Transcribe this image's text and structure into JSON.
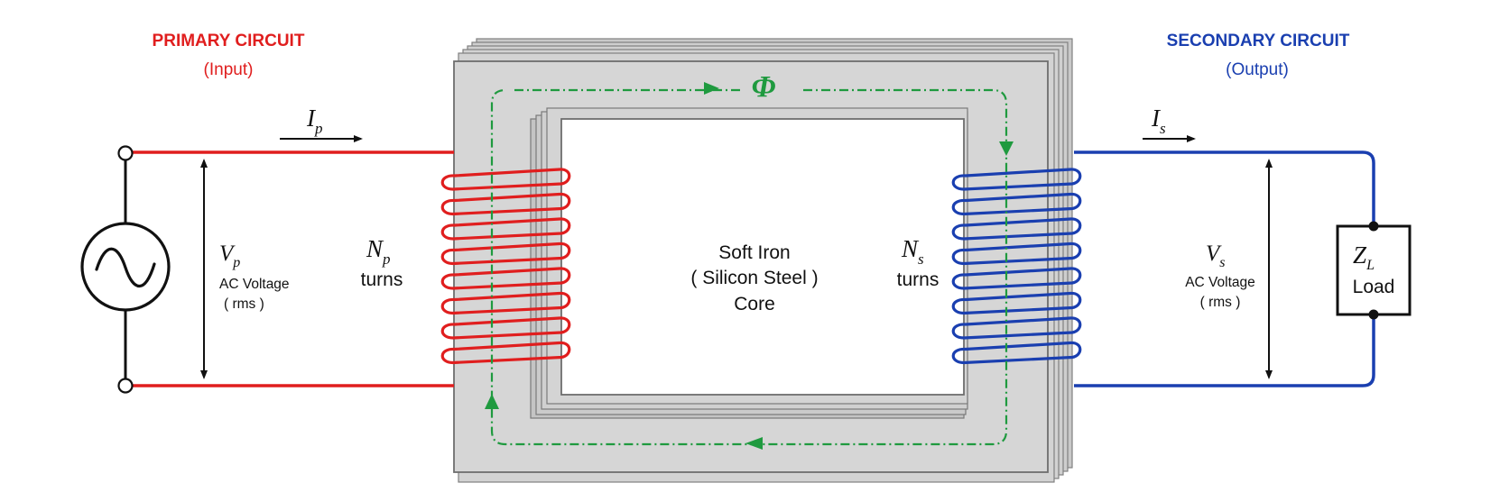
{
  "colors": {
    "primary": "#e01e1e",
    "secondary": "#1a3fb0",
    "flux": "#1f9a3f",
    "core": "#d3d3d3",
    "core_edge": "#7a7a7a",
    "ink": "#111111"
  },
  "primary": {
    "title": "PRIMARY  CIRCUIT",
    "subtitle": "(Input)",
    "current_symbol": "I",
    "current_sub": "p",
    "voltage_symbol": "V",
    "voltage_sub": "p",
    "voltage_label": "AC Voltage",
    "voltage_note": "( rms )",
    "turns_symbol": "N",
    "turns_sub": "p",
    "turns_label": "turns",
    "source_icon": "ac-source-icon"
  },
  "secondary": {
    "title": "SECONDARY CIRCUIT",
    "subtitle": "(Output)",
    "current_symbol": "I",
    "current_sub": "s",
    "voltage_symbol": "V",
    "voltage_sub": "s",
    "voltage_label": "AC Voltage",
    "voltage_note": "( rms )",
    "turns_symbol": "N",
    "turns_sub": "s",
    "turns_label": "turns",
    "load_symbol": "Z",
    "load_sub": "L",
    "load_label": "Load"
  },
  "core": {
    "line1": "Soft Iron",
    "line2": "( Silicon Steel )",
    "line3": "Core",
    "flux_symbol": "Φ"
  }
}
